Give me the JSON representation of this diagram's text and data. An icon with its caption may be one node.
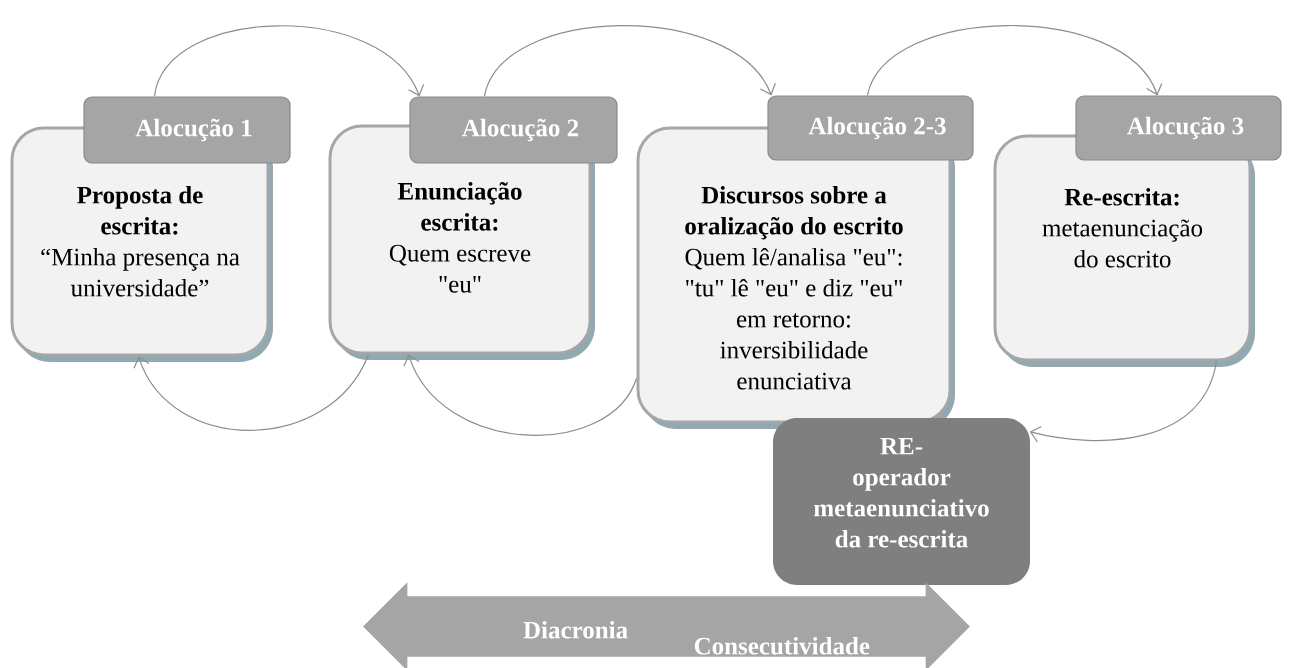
{
  "diagram": {
    "nodes": [
      {
        "text": [
          "Alocução 1"
        ]
      },
      {
        "text": [
          "Proposta de escrita:",
          "“Minha presença na universidade”"
        ]
      },
      {
        "text": [
          "Alocução 2"
        ]
      },
      {
        "text": [
          "Enunciação escrita:",
          "Quem escreve \"eu\""
        ]
      },
      {
        "text": [
          "Alocução 2-3"
        ]
      },
      {
        "text": [
          "Discursos sobre a oralização do escrito",
          "Quem lê/analisa \"eu\": \"tu\" lê \"eu\" e diz \"eu\" em retorno: inversibilidade enunciativa"
        ]
      },
      {
        "text": [
          "Alocução 3"
        ]
      },
      {
        "text": [
          "Re-escrita:",
          "metaenunciação do escrito"
        ]
      },
      {
        "text": [
          "RE-",
          "operador metaenunciativo da re-escrita"
        ]
      },
      {
        "text": [
          "Diacronia",
          "Consecutividade"
        ]
      }
    ],
    "edges": [
      {
        "from": 0,
        "to": 2,
        "arrow": "to"
      },
      {
        "from": 2,
        "to": 4,
        "arrow": "to"
      },
      {
        "from": 4,
        "to": 6,
        "arrow": "to"
      },
      {
        "from": 3,
        "to": 1,
        "arrow": "to"
      },
      {
        "from": 5,
        "to": 3,
        "arrow": "to"
      },
      {
        "from": 7,
        "to": 8,
        "arrow": "to"
      }
    ]
  }
}
